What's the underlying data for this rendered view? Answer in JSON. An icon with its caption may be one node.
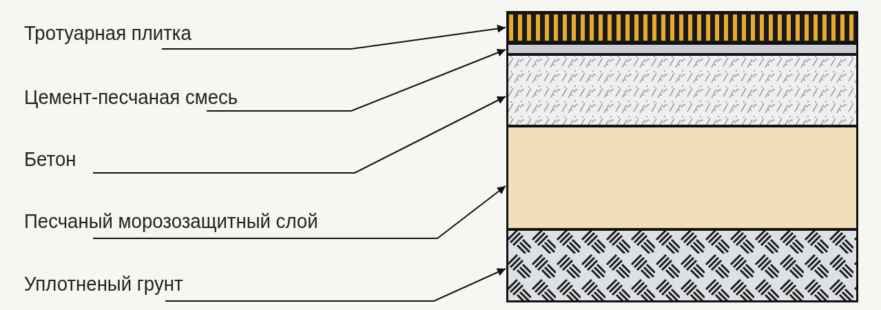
{
  "diagram": {
    "nodes": [
      {
        "text": [
          "Тротуарная плитка"
        ]
      },
      {
        "text": [
          "Цемент-песчаная смесь"
        ]
      },
      {
        "text": [
          "Бетон"
        ]
      },
      {
        "text": [
          "Песчаный морозозащитный слой"
        ]
      },
      {
        "text": [
          "Уплотненый грунт"
        ]
      },
      {
        "text": [],
        "shape": "band"
      },
      {
        "text": [],
        "shape": "band"
      },
      {
        "text": [],
        "shape": "band"
      },
      {
        "text": [],
        "shape": "band"
      },
      {
        "text": [],
        "shape": "band"
      }
    ],
    "edges": [
      {
        "from": 0,
        "to": 5,
        "arrow": "to"
      },
      {
        "from": 1,
        "to": 6,
        "arrow": "to"
      },
      {
        "from": 2,
        "to": 7,
        "arrow": "to"
      },
      {
        "from": 3,
        "to": 8,
        "arrow": "to"
      },
      {
        "from": 4,
        "to": 9,
        "arrow": "to"
      }
    ]
  }
}
